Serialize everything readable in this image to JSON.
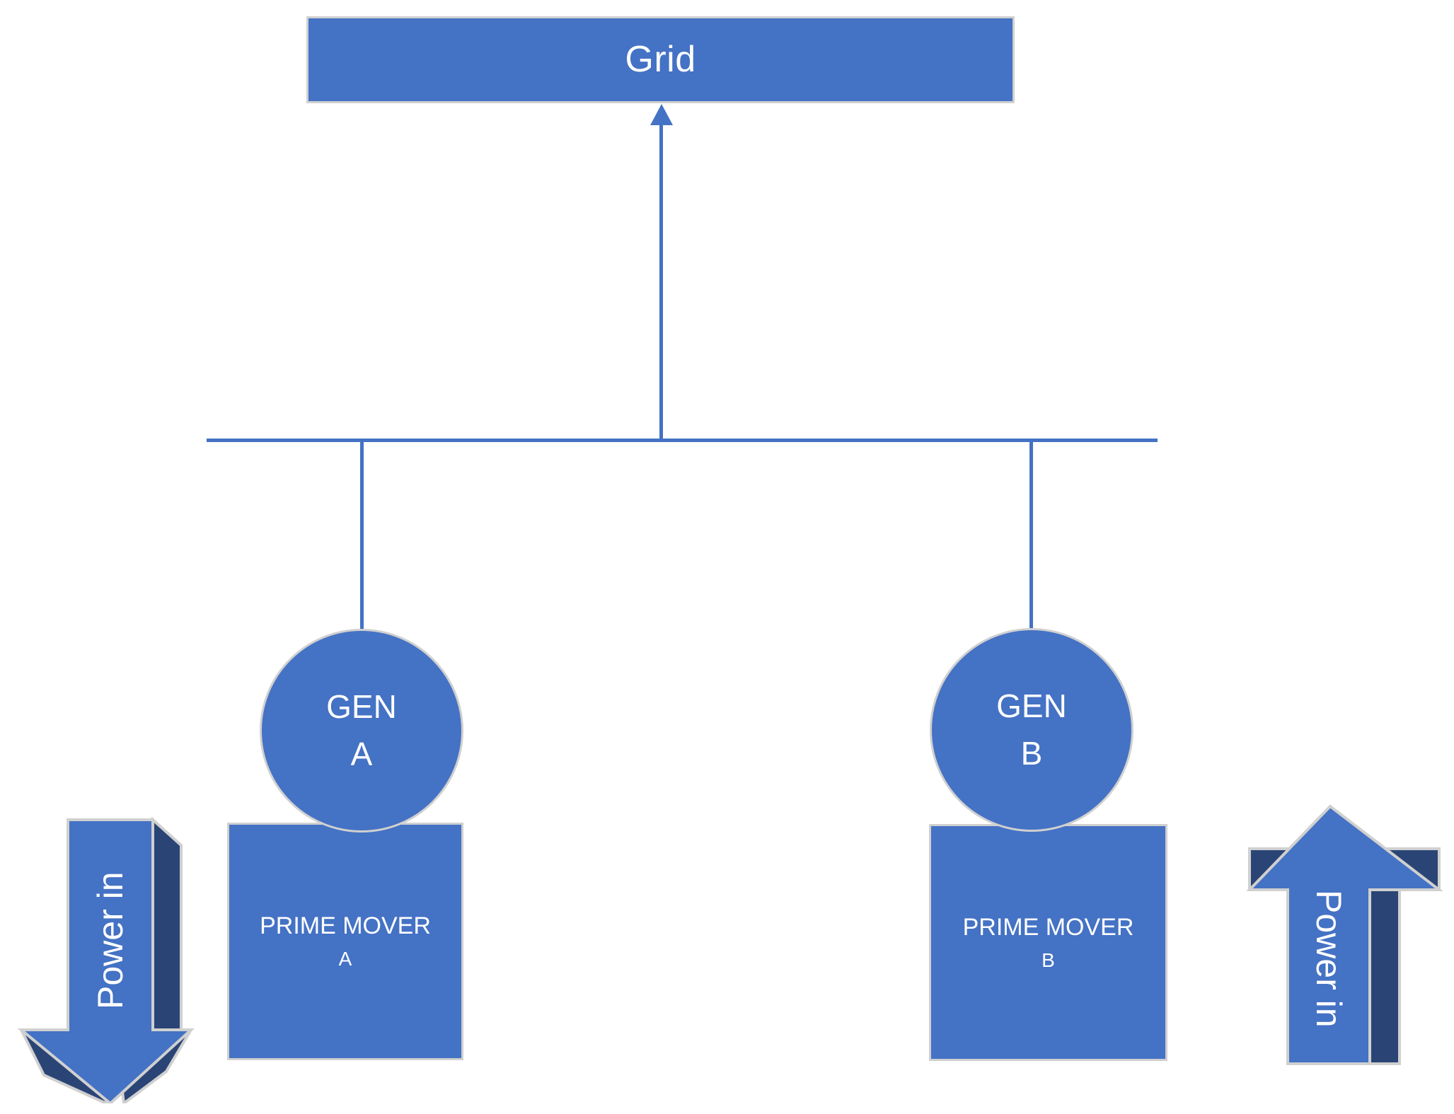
{
  "diagram": {
    "title_shown": false,
    "colors": {
      "shape_fill": "#4472C4",
      "shape_outline": "#D0D0D0",
      "shape_3d_side": "#2A4575",
      "text": "#FFFFFF",
      "connector": "#4472C4",
      "background": "#FFFFFF"
    },
    "grid": {
      "label": "Grid"
    },
    "generators": [
      {
        "id": "gen-a",
        "line1": "GEN",
        "line2": "A"
      },
      {
        "id": "gen-b",
        "line1": "GEN",
        "line2": "B"
      }
    ],
    "prime_movers": [
      {
        "id": "prime-mover-a",
        "line1": "PRIME MOVER",
        "line2": "A"
      },
      {
        "id": "prime-mover-b",
        "line1": "PRIME MOVER",
        "line2": "B"
      }
    ],
    "power_arrows": [
      {
        "id": "power-in-left",
        "label": "Power in",
        "direction": "down"
      },
      {
        "id": "power-in-right",
        "label": "Power in",
        "direction": "up"
      }
    ],
    "connectors": [
      {
        "id": "riser-to-grid",
        "type": "arrow-up",
        "from": "busbar",
        "to": "grid"
      },
      {
        "id": "busbar",
        "type": "line-horizontal"
      },
      {
        "id": "drop-to-gen-a",
        "type": "line-vertical",
        "from": "busbar",
        "to": "gen-a"
      },
      {
        "id": "drop-to-gen-b",
        "type": "line-vertical",
        "from": "busbar",
        "to": "gen-b"
      }
    ]
  }
}
